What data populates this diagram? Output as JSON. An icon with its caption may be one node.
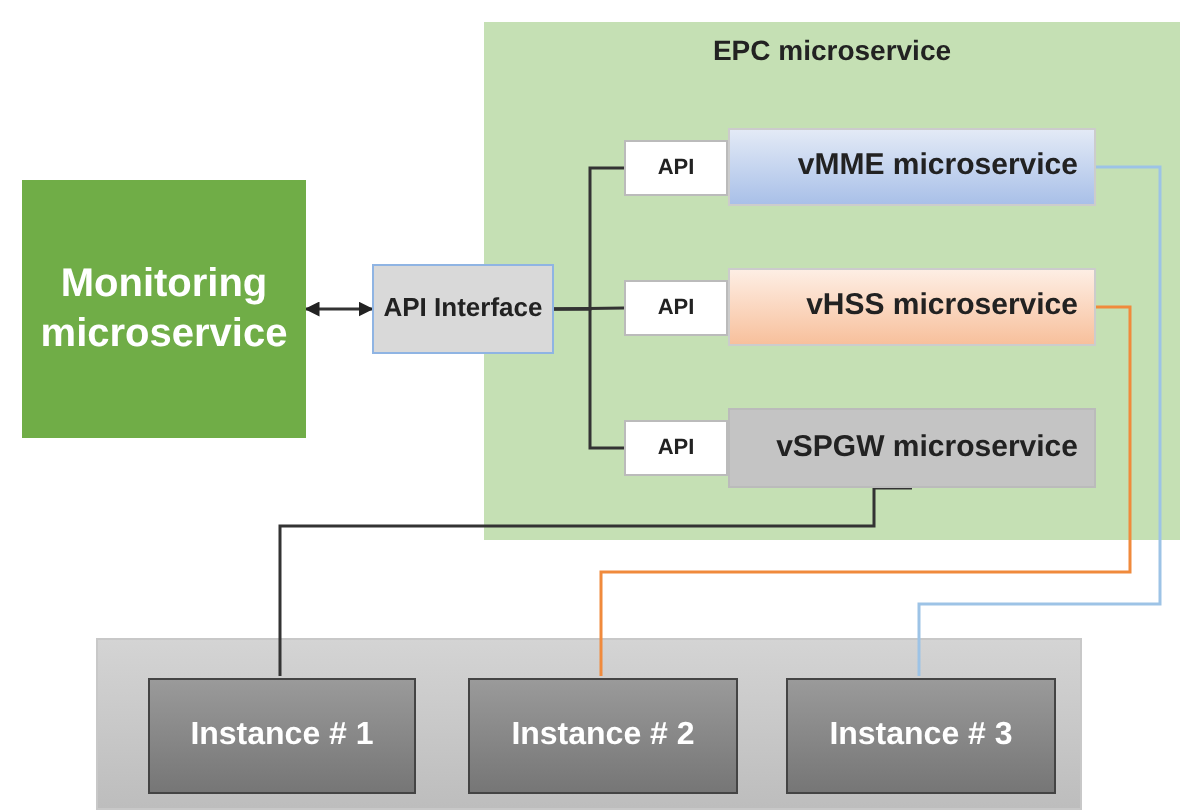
{
  "diagram": {
    "nodes": [
      {
        "text": [
          "Monitoring microservice"
        ]
      },
      {
        "text": [
          "API Interface"
        ]
      },
      {
        "text": [
          "EPC microservice"
        ]
      },
      {
        "text": [
          "API"
        ],
        "in": 2
      },
      {
        "text": [
          "vMME microservice"
        ],
        "in": 2
      },
      {
        "text": [
          "API"
        ],
        "in": 2
      },
      {
        "text": [
          "vHSS microservice"
        ],
        "in": 2
      },
      {
        "text": [
          "API"
        ],
        "in": 2
      },
      {
        "text": [
          "vSPGW microservice"
        ],
        "in": 2
      },
      {
        "text": [],
        "shape": "box"
      },
      {
        "text": [
          "Instance # 1"
        ],
        "in": 9
      },
      {
        "text": [
          "Instance # 2"
        ],
        "in": 9
      },
      {
        "text": [
          "Instance # 3"
        ],
        "in": 9
      }
    ],
    "edges": [
      {
        "from": 0,
        "to": 1,
        "arrow": "both"
      },
      {
        "from": 1,
        "to": 3,
        "arrow": "none"
      },
      {
        "from": 1,
        "to": 5,
        "arrow": "none"
      },
      {
        "from": 1,
        "to": 7,
        "arrow": "none"
      },
      {
        "from": 8,
        "to": 10,
        "arrow": "none"
      },
      {
        "from": 6,
        "to": 11,
        "arrow": "none",
        "color": "#f08a3c"
      },
      {
        "from": 4,
        "to": 12,
        "arrow": "none",
        "color": "#9dc3e6"
      }
    ]
  }
}
